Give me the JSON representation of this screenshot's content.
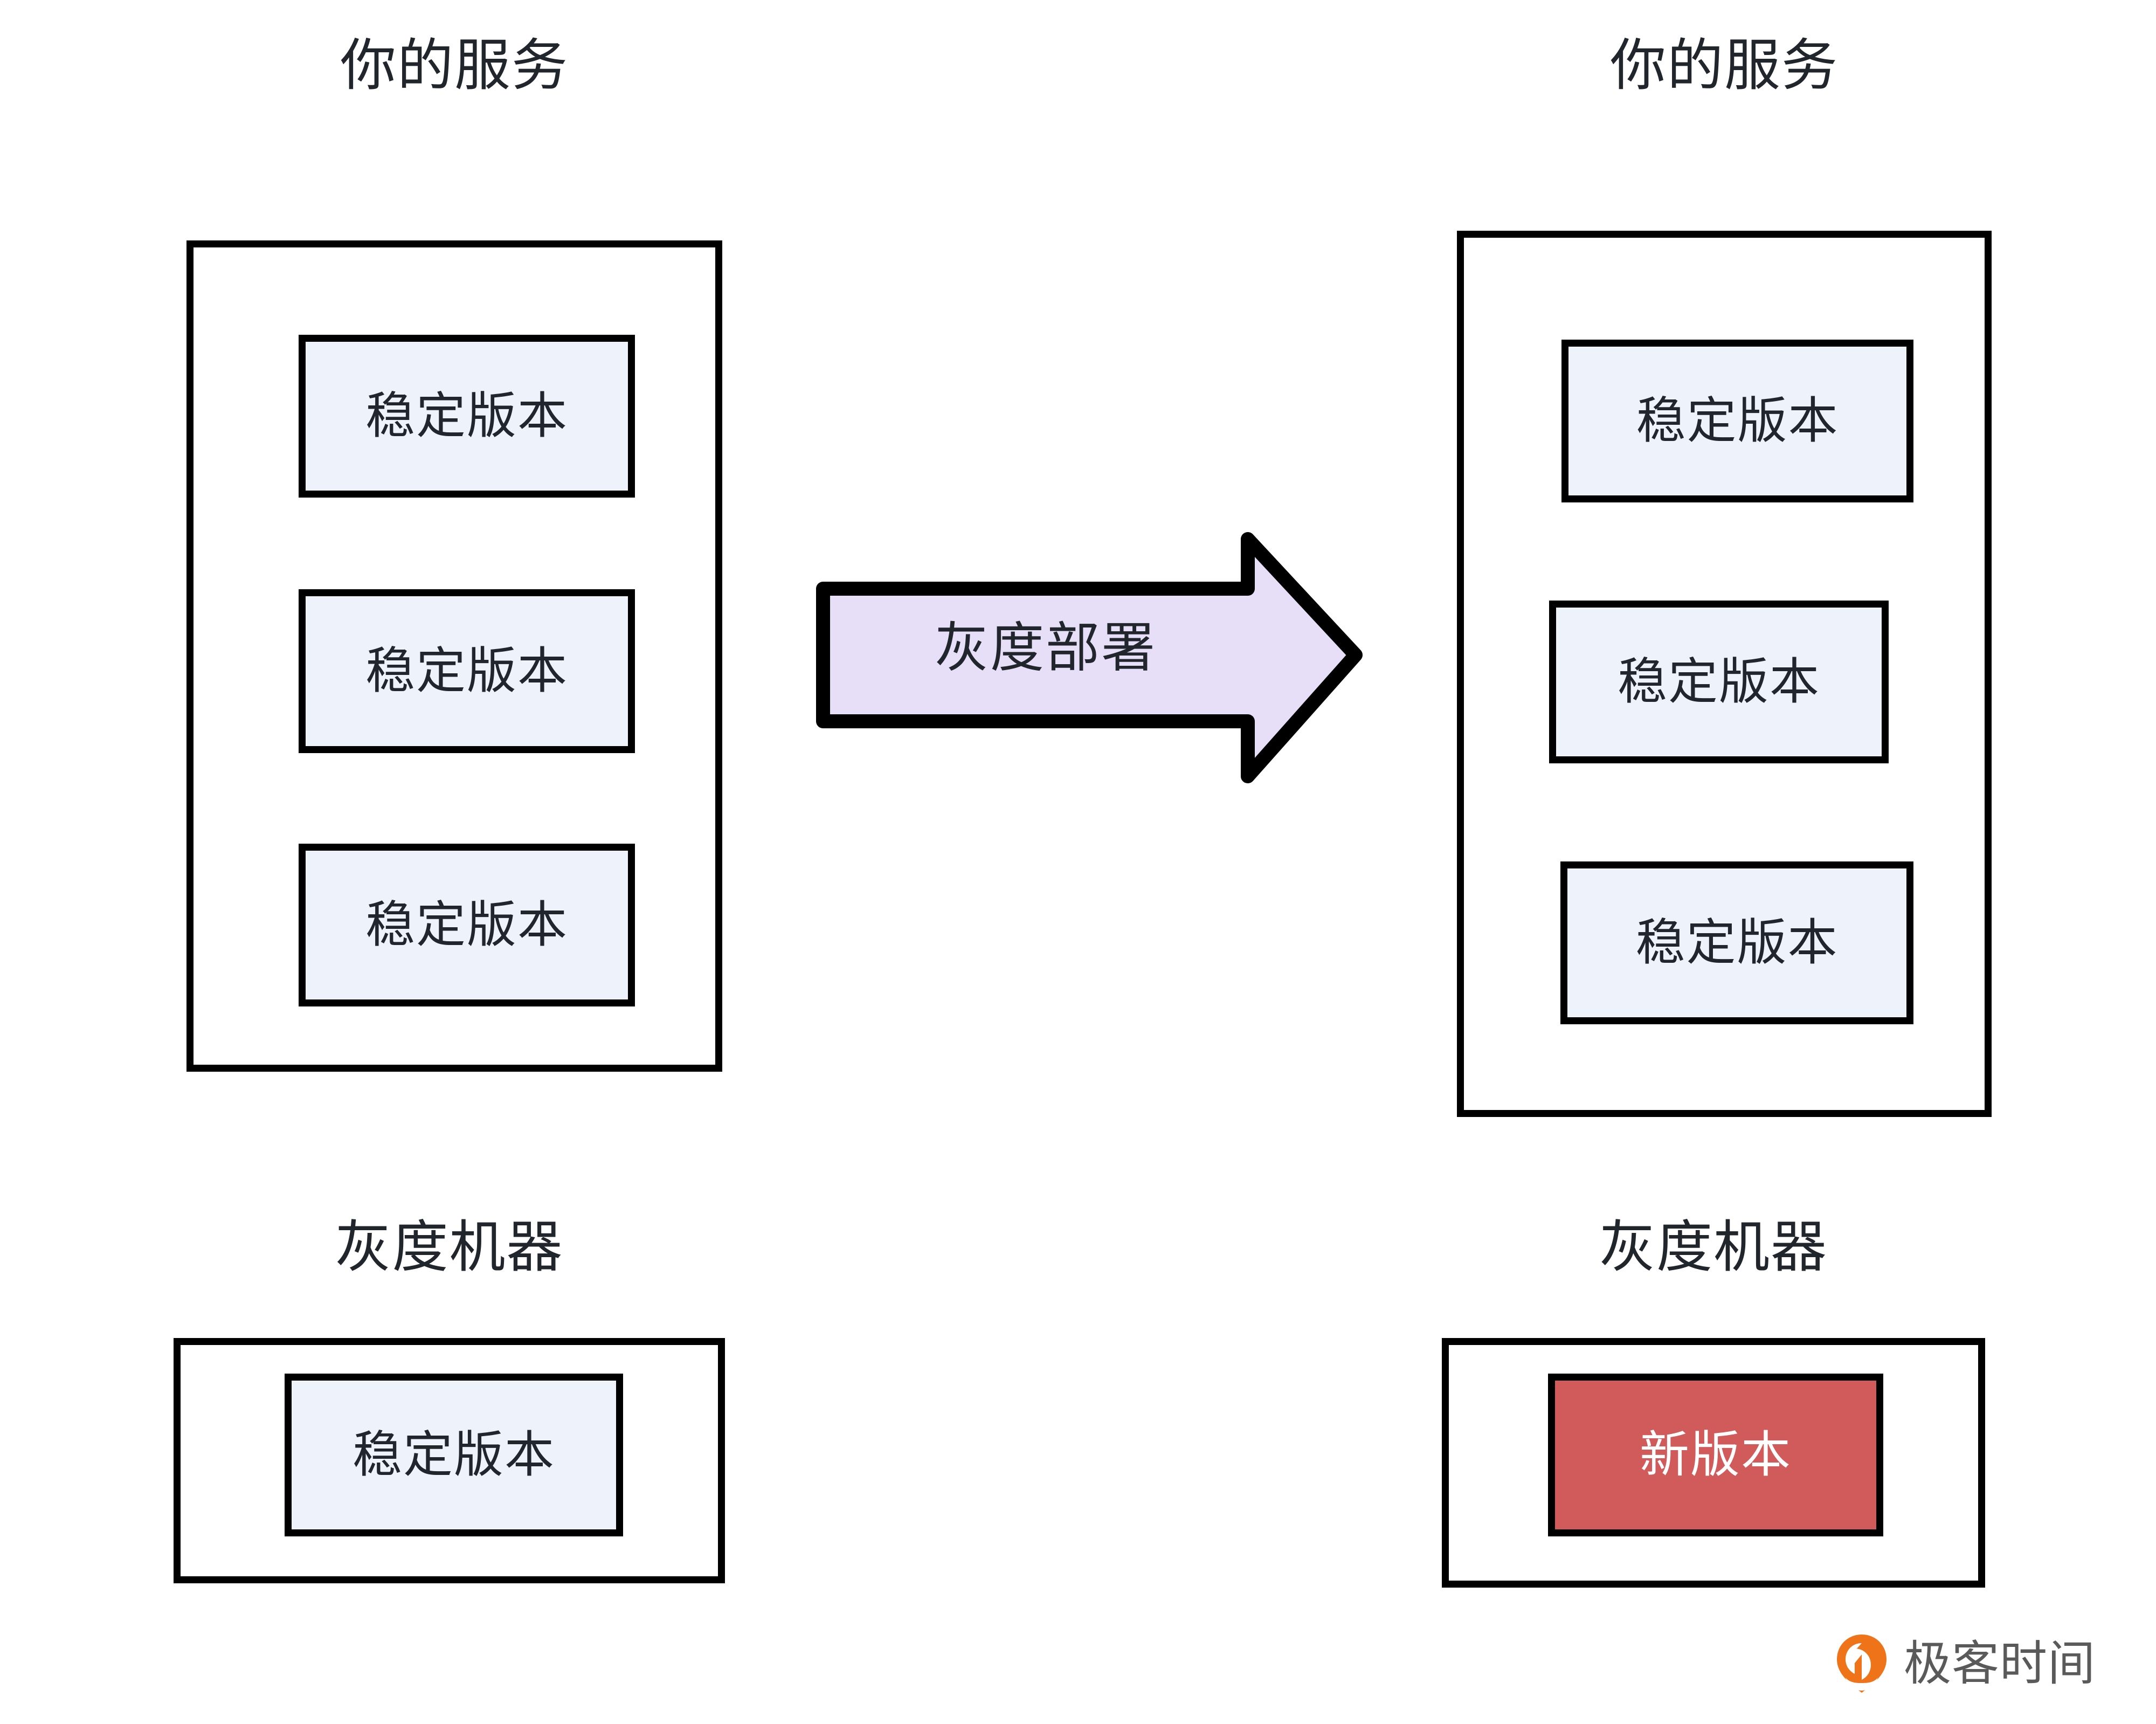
{
  "diagram": {
    "type": "canary-deployment-flow",
    "background": "#ffffff",
    "colors": {
      "stroke": "#000000",
      "chip_fill": "#eef2fb",
      "chip_text": "#21252c",
      "new_version_fill": "#d15a5a",
      "new_version_text": "#ffffff",
      "arrow_fill": "#e7deF7",
      "watermark_logo": "#ef7318",
      "watermark_text": "#5a5a5a"
    }
  },
  "panels": {
    "before": {
      "service_group": {
        "title": "你的服务",
        "chips": [
          {
            "label": "稳定版本",
            "state": "stable"
          },
          {
            "label": "稳定版本",
            "state": "stable"
          },
          {
            "label": "稳定版本",
            "state": "stable"
          }
        ]
      },
      "canary_group": {
        "title": "灰度机器",
        "chips": [
          {
            "label": "稳定版本",
            "state": "stable"
          }
        ]
      }
    },
    "after": {
      "service_group": {
        "title": "你的服务",
        "chips": [
          {
            "label": "稳定版本",
            "state": "stable"
          },
          {
            "label": "稳定版本",
            "state": "stable"
          },
          {
            "label": "稳定版本",
            "state": "stable"
          }
        ]
      },
      "canary_group": {
        "title": "灰度机器",
        "chips": [
          {
            "label": "新版本",
            "state": "new"
          }
        ]
      }
    }
  },
  "arrow": {
    "label": "灰度部署",
    "direction": "right"
  },
  "watermark": {
    "brand": "极客时间",
    "logo_icon": "geek-time-pin-logo"
  }
}
